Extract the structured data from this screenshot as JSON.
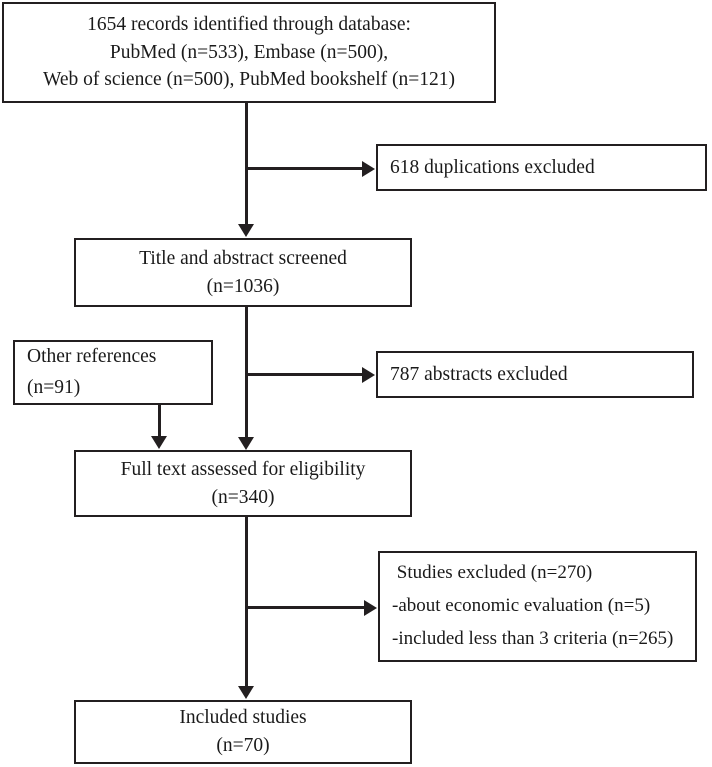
{
  "diagram": {
    "title": "PRISMA study selection flow diagram",
    "line_color": "#231f20",
    "background": "#ffffff"
  },
  "boxes": {
    "records": {
      "name": "records-identified",
      "lines": [
        "1654 records identified through database:",
        "PubMed (n=533), Embase (n=500),",
        "Web of science (n=500), PubMed bookshelf (n=121)"
      ]
    },
    "duplications": {
      "name": "duplications-excluded",
      "lines": [
        "618 duplications excluded"
      ]
    },
    "screened": {
      "name": "title-abstract-screened",
      "lines": [
        "Title and abstract screened",
        "(n=1036)"
      ]
    },
    "other_references": {
      "name": "other-references",
      "lines": [
        "Other references",
        "(n=91)"
      ]
    },
    "abstracts_excluded": {
      "name": "abstracts-excluded",
      "lines": [
        "787 abstracts excluded"
      ]
    },
    "fulltext": {
      "name": "full-text-assessed",
      "lines": [
        "Full text assessed for eligibility",
        "(n=340)"
      ]
    },
    "studies_excluded": {
      "name": "studies-excluded",
      "lines": [
        " Studies excluded (n=270)",
        "-about economic evaluation (n=5)",
        "-included less than 3 criteria (n=265)"
      ]
    },
    "included": {
      "name": "included-studies",
      "lines": [
        "Included studies",
        "(n=70)"
      ]
    }
  },
  "chart_data": {
    "type": "diagram",
    "title": "PRISMA flow diagram of study selection",
    "nodes": [
      {
        "id": "records",
        "label": "1654 records identified through database: PubMed (n=533), Embase (n=500), Web of science (n=500), PubMed bookshelf (n=121)",
        "n": 1654
      },
      {
        "id": "duplications",
        "label": "618 duplications excluded",
        "n": 618
      },
      {
        "id": "screened",
        "label": "Title and abstract screened",
        "n": 1036
      },
      {
        "id": "other_references",
        "label": "Other references",
        "n": 91
      },
      {
        "id": "abstracts_excluded",
        "label": "787 abstracts excluded",
        "n": 787
      },
      {
        "id": "fulltext",
        "label": "Full text assessed for eligibility",
        "n": 340
      },
      {
        "id": "studies_excluded",
        "label": "Studies excluded",
        "n": 270
      },
      {
        "id": "studies_excluded_economic",
        "label": "about economic evaluation",
        "n": 5
      },
      {
        "id": "studies_excluded_criteria",
        "label": "included less than 3 criteria",
        "n": 265
      },
      {
        "id": "included",
        "label": "Included studies",
        "n": 70
      }
    ],
    "edges": [
      {
        "from": "records",
        "to": "screened"
      },
      {
        "from": "records",
        "to": "duplications"
      },
      {
        "from": "screened",
        "to": "fulltext"
      },
      {
        "from": "screened",
        "to": "abstracts_excluded"
      },
      {
        "from": "other_references",
        "to": "fulltext"
      },
      {
        "from": "fulltext",
        "to": "included"
      },
      {
        "from": "fulltext",
        "to": "studies_excluded"
      }
    ]
  }
}
